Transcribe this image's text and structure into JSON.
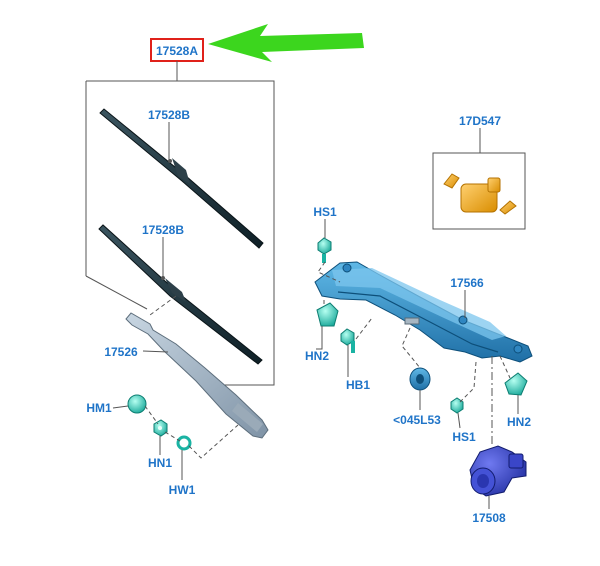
{
  "diagram": {
    "highlight_color": "#e0211a",
    "arrow_color": "#3cd61e",
    "label_color": "#1f74c8",
    "callouts": {
      "assembly": "17528A",
      "blade_upper": "17528B",
      "blade_lower": "17528B",
      "arm": "17526",
      "cap": "HM1",
      "nut": "HN1",
      "washer": "HW1",
      "screw_left": "HS1",
      "clip_left": "HN2",
      "bolt": "HB1",
      "linkage": "17566",
      "grommet": "<045L53",
      "screw_right": "HS1",
      "clip_right": "HN2",
      "motor": "17508",
      "connector_kit": "17D547"
    }
  }
}
